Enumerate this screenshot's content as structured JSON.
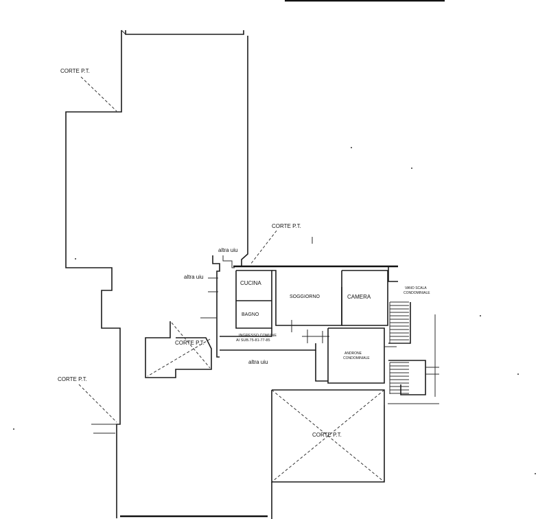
{
  "labels": {
    "corte_top_left": "CORTE P.T.",
    "corte_top_mid": "CORTE P.T.",
    "corte_mid_left": "CORTE P.T.",
    "corte_bottom_left": "CORTE P.T.",
    "corte_bottom_right": "CORTE P.T.",
    "altra_uiu_top": "altra uiu",
    "altra_uiu_left": "altra uiu",
    "altra_uiu_bottom": "altra uiu",
    "cucina": "CUCINA",
    "bagno": "BAGNO",
    "soggiorno": "SOGGIORNO",
    "camera": "CAMERA",
    "vano_scala_1": "VANO SCALA",
    "vano_scala_2": "CONDOMINIALE",
    "androne_1": "ANDRONE",
    "androne_2": "CONDOMINIALE",
    "ingresso_1": "INGRESSO COMUNE",
    "ingresso_2": "AI SUB.75-81-77-85"
  },
  "colors": {
    "ink": "#1a1a1a",
    "paper": "#ffffff"
  }
}
